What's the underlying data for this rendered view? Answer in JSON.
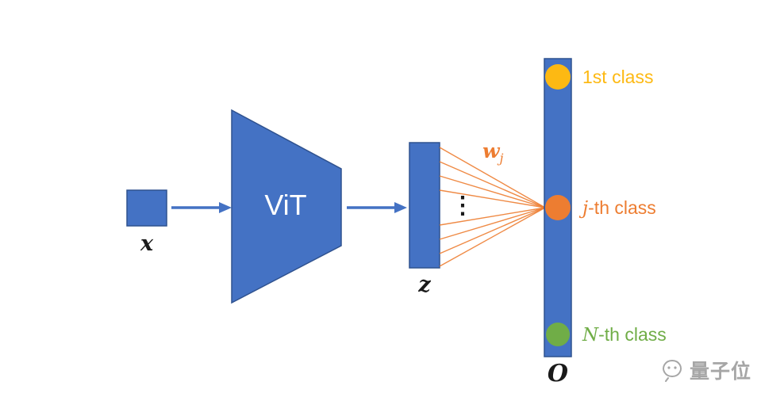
{
  "colors": {
    "blue": "#4472c4",
    "blue_border": "#2f528f",
    "orange": "#ed7d31",
    "yellow": "#fdb913",
    "green": "#70ad47",
    "ink": "#1a1a1a",
    "watermark": "#a6a6a6"
  },
  "diagram": {
    "input_label": "x",
    "vit_label": "ViT",
    "latent_label": "z",
    "ellipsis": "⋮",
    "weight": {
      "base": "w",
      "sub": "j"
    },
    "output_label": "O",
    "classes": [
      {
        "var": "",
        "rest": "1st class"
      },
      {
        "var": "j",
        "rest": "-th class"
      },
      {
        "var": "N",
        "rest": "-th class"
      }
    ]
  },
  "watermark": {
    "text": "量子位"
  }
}
